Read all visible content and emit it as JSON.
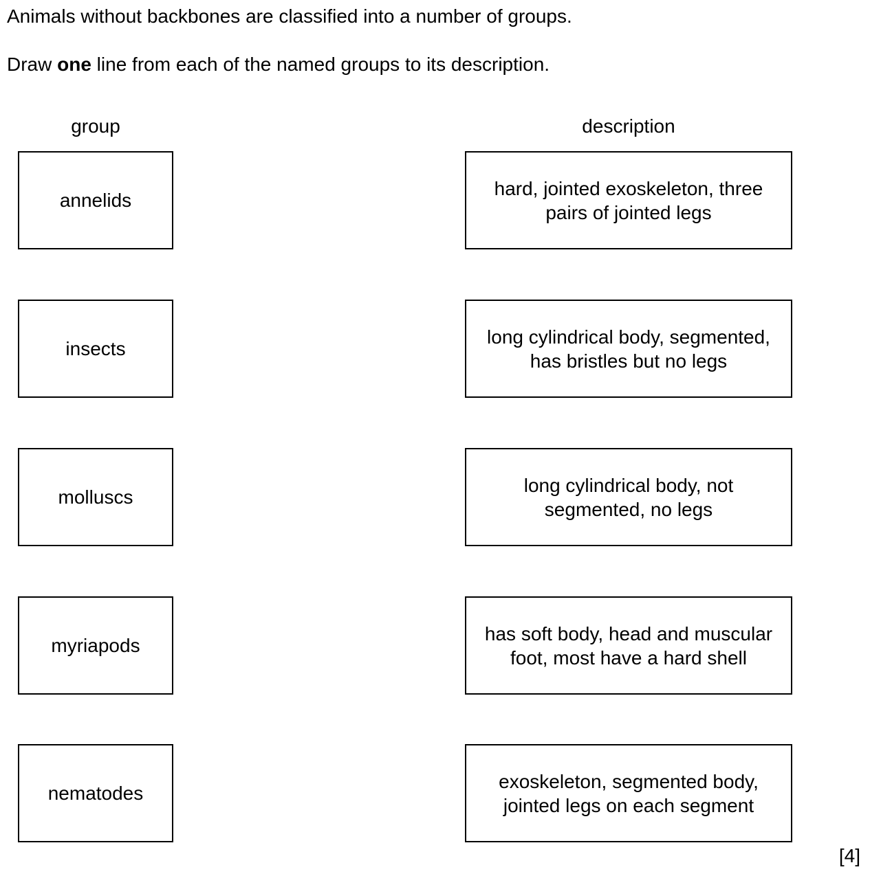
{
  "question": {
    "intro": "Animals without backbones are classified into a number of groups.",
    "instruction_pre": "Draw ",
    "instruction_bold": "one",
    "instruction_post": " line from each of the named groups to its description.",
    "group_heading": "group",
    "description_heading": "description",
    "groups": [
      "annelids",
      "insects",
      "molluscs",
      "myriapods",
      "nematodes"
    ],
    "descriptions": [
      [
        "hard, jointed exoskeleton, three",
        "pairs of jointed legs"
      ],
      [
        "long cylindrical body, segmented,",
        "has bristles but no legs"
      ],
      [
        "long cylindrical body, not",
        "segmented, no legs"
      ],
      [
        "has soft body, head and muscular",
        "foot, most have a hard shell"
      ],
      [
        "exoskeleton, segmented body,",
        "jointed legs on each segment"
      ]
    ],
    "marks": "[4]"
  }
}
